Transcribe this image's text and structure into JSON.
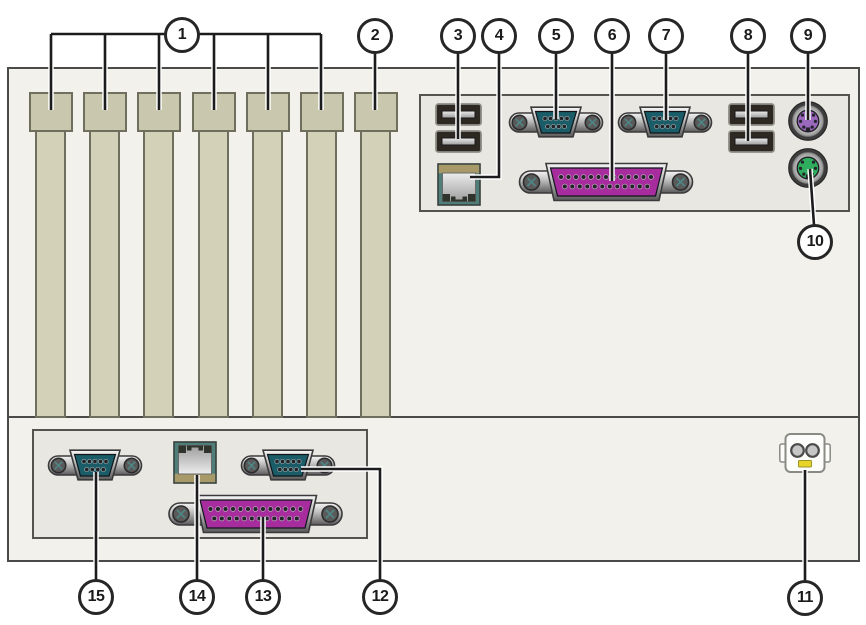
{
  "callouts": [
    {
      "label": "1",
      "target": "expansion-slot-covers-group"
    },
    {
      "label": "2",
      "target": "expansion-slot-cover"
    },
    {
      "label": "3",
      "target": "usb-ports"
    },
    {
      "label": "4",
      "target": "ethernet-port"
    },
    {
      "label": "5",
      "target": "serial-port"
    },
    {
      "label": "6",
      "target": "parallel-port"
    },
    {
      "label": "7",
      "target": "serial-port"
    },
    {
      "label": "8",
      "target": "usb-ports"
    },
    {
      "label": "9",
      "target": "ps2-keyboard-port"
    },
    {
      "label": "10",
      "target": "ps2-mouse-port"
    },
    {
      "label": "11",
      "target": "power-connector"
    },
    {
      "label": "12",
      "target": "serial-port"
    },
    {
      "label": "13",
      "target": "parallel-port"
    },
    {
      "label": "14",
      "target": "ethernet-port"
    },
    {
      "label": "15",
      "target": "serial-port"
    }
  ],
  "colors": {
    "chassis_fill": "#f2f1eb",
    "panel_fill": "#e9e7e2",
    "slot_bracket": "#c9c8ae",
    "slot_body": "#d3d2b9",
    "serial": "#1a5d68",
    "parallel": "#a72c9e",
    "ps2_keyboard": "#9a68bd",
    "ps2_mouse": "#2fad5e",
    "usb_fill": "#2e2822",
    "rj45_frame": "#4f7d7a",
    "rj45_tan": "#a79968",
    "power_key": "#e8d428",
    "line": "#1c1c1c"
  }
}
